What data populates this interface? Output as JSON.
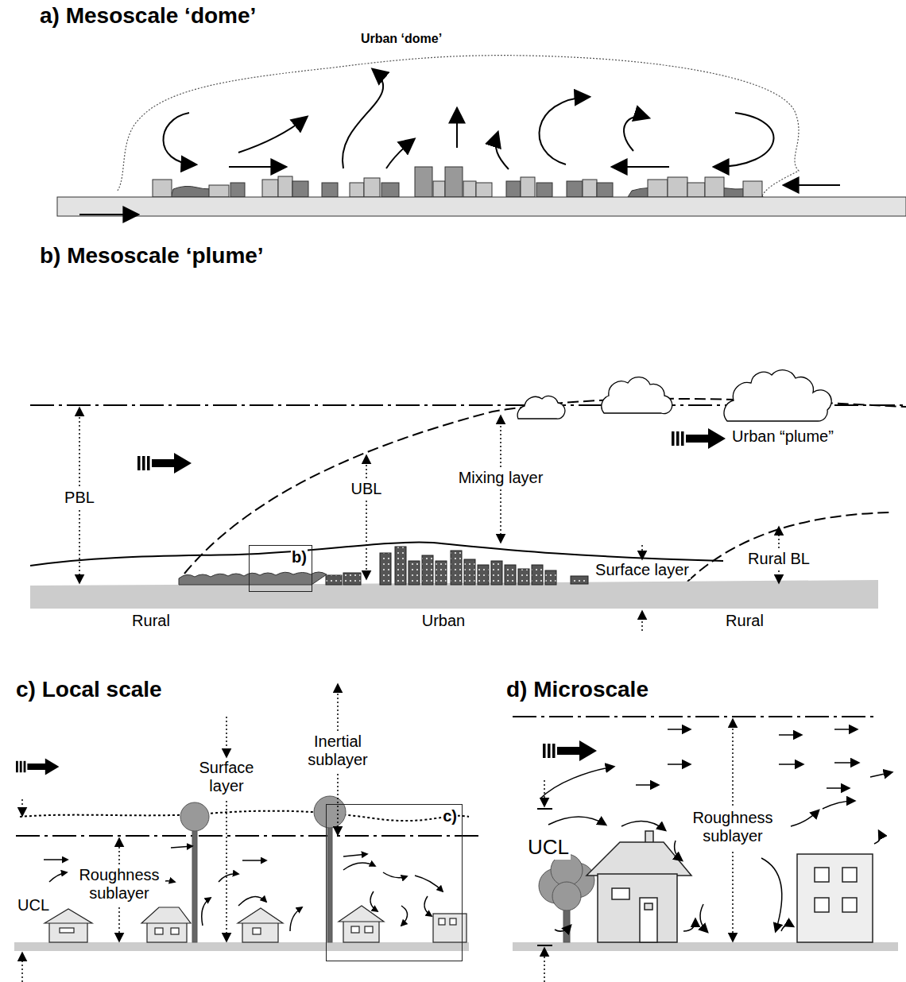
{
  "diagram": {
    "nodes": [
      {
        "text": [
          "b)"
        ]
      },
      {
        "text": [
          "c)"
        ]
      }
    ],
    "labels": [
      "a) Mesoscale ‘dome’",
      "Urban ‘dome’",
      "b) Mesoscale ‘plume’",
      "PBL",
      "UBL",
      "Mixing layer",
      "Urban “plume”",
      "Surface layer",
      "Rural BL",
      "Rural",
      "Urban",
      "Rural",
      "c) Local scale",
      "Surface layer",
      "Inertial sublayer",
      "Roughness sublayer",
      "UCL",
      "d) Microscale",
      "Roughness sublayer",
      "UCL"
    ]
  }
}
